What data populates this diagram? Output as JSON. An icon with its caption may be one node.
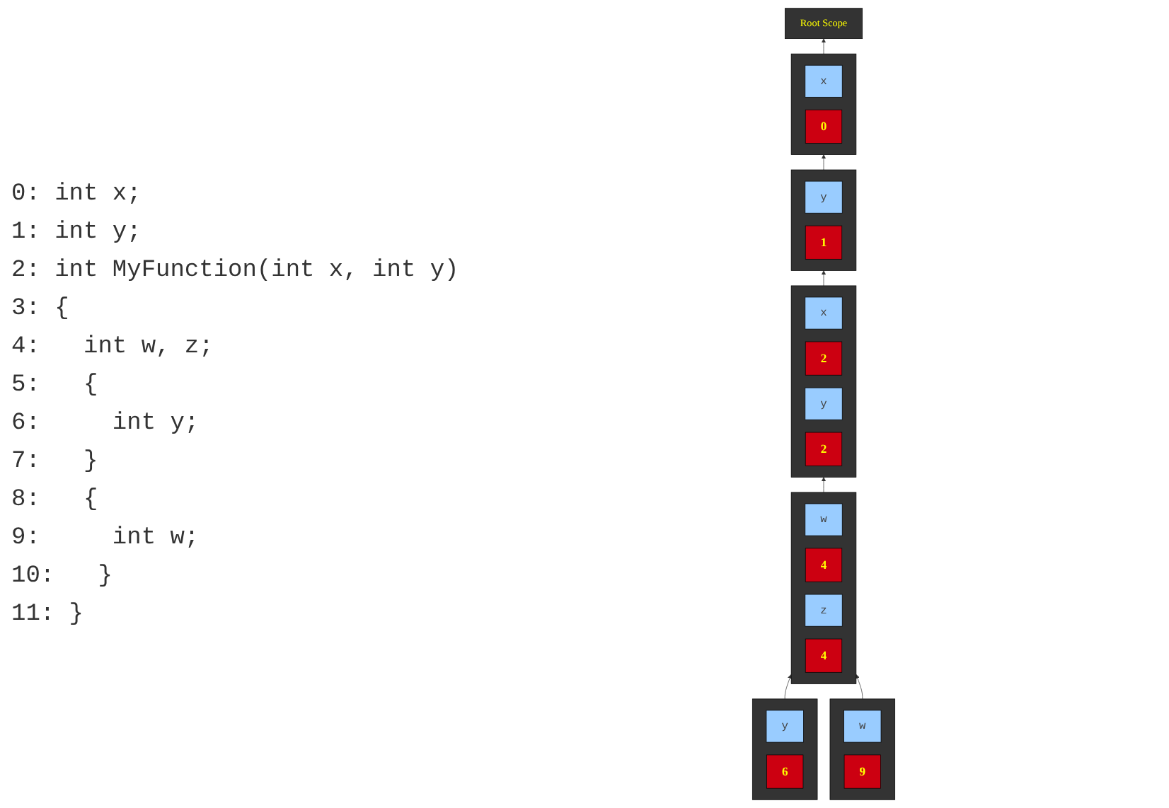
{
  "diagram": {
    "nodes": [
      {
        "text": [
          "Root Scope"
        ]
      },
      {
        "text": [],
        "shape": "box"
      },
      {
        "text": [
          "x"
        ],
        "in": 1
      },
      {
        "text": [
          "0"
        ],
        "in": 1
      },
      {
        "text": [],
        "shape": "box"
      },
      {
        "text": [
          "y"
        ],
        "in": 4
      },
      {
        "text": [
          "1"
        ],
        "in": 4
      },
      {
        "text": [],
        "shape": "box"
      },
      {
        "text": [
          "x"
        ],
        "in": 7
      },
      {
        "text": [
          "2"
        ],
        "in": 7
      },
      {
        "text": [
          "y"
        ],
        "in": 7
      },
      {
        "text": [
          "2"
        ],
        "in": 7
      },
      {
        "text": [],
        "shape": "box"
      },
      {
        "text": [
          "w"
        ],
        "in": 12
      },
      {
        "text": [
          "4"
        ],
        "in": 12
      },
      {
        "text": [
          "z"
        ],
        "in": 12
      },
      {
        "text": [
          "4"
        ],
        "in": 12
      },
      {
        "text": [],
        "shape": "box"
      },
      {
        "text": [
          "y"
        ],
        "in": 17
      },
      {
        "text": [
          "6"
        ],
        "in": 17
      },
      {
        "text": [],
        "shape": "box"
      },
      {
        "text": [
          "w"
        ],
        "in": 20
      },
      {
        "text": [
          "9"
        ],
        "in": 20
      }
    ],
    "edges": [
      {
        "from": 1,
        "to": 0,
        "arrow": "to"
      },
      {
        "from": 4,
        "to": 1,
        "arrow": "to"
      },
      {
        "from": 7,
        "to": 4,
        "arrow": "to"
      },
      {
        "from": 12,
        "to": 7,
        "arrow": "to"
      },
      {
        "from": 17,
        "to": 12,
        "arrow": "to"
      },
      {
        "from": 20,
        "to": 12,
        "arrow": "to"
      }
    ],
    "labels": [
      "0: int x;",
      "1: int y;",
      "2: int MyFunction(int x, int y)",
      "3: {",
      "4:   int w, z;",
      "5:   {",
      "6:     int y;",
      "7:   }",
      "8:   {",
      "9:     int w;",
      "10:   }",
      "11: }"
    ]
  }
}
